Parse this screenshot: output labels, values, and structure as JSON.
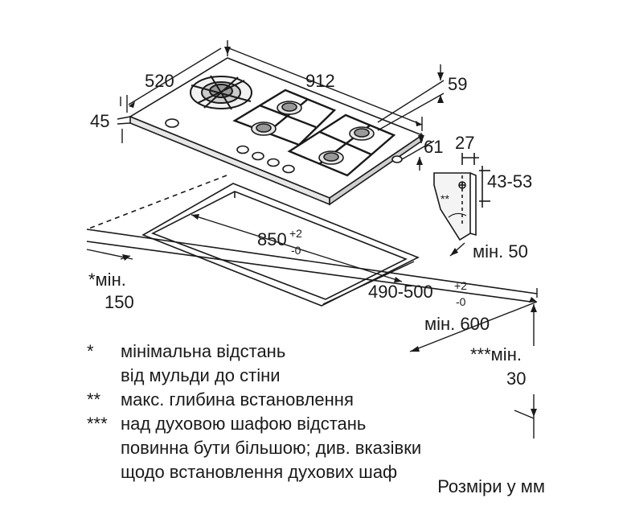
{
  "dimensions": {
    "width_520": "520",
    "length_912": "912",
    "height_45": "45",
    "depth_59": "59",
    "depth_61": "61",
    "clip_27": "27",
    "clip_range": "43-53",
    "clip_mark": "**",
    "cutout_length": "850",
    "cutout_length_tol_plus": "+2",
    "cutout_length_tol_minus": "-0",
    "cutout_depth": "490-500",
    "cutout_depth_tol_plus": "+2",
    "cutout_depth_tol_minus": "-0",
    "min_50": "мін. 50",
    "min_600": "мін. 600",
    "min_150_label": "*мін.",
    "min_150_value": "150",
    "min_30_label": "***мін.",
    "min_30_value": "30"
  },
  "legend": [
    {
      "mark": "*",
      "text": "мінімальна відстань"
    },
    {
      "mark": "",
      "text": "від мульди до стіни"
    },
    {
      "mark": "**",
      "text": "макс. глибина встановлення"
    },
    {
      "mark": "***",
      "text": "над духовою шафою відстань"
    },
    {
      "mark": "",
      "text": "повинна бути більшою; див. вказівки"
    },
    {
      "mark": "",
      "text": "щодо встановлення духових шаф"
    }
  ],
  "units_note": "Розміри у мм",
  "colors": {
    "line": "#1a1a1a",
    "cooktop": "#ffffff",
    "burner": "#333333"
  }
}
